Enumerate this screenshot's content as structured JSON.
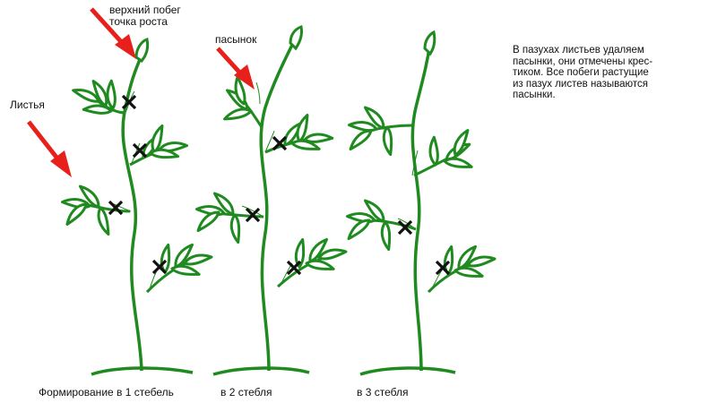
{
  "labels": {
    "top_shoot_line1": "верхний побег",
    "top_shoot_line2": "точка роста",
    "leaves": "Листья",
    "stepson": "пасынок"
  },
  "note": {
    "line1": "В пазухах листьев удаляем",
    "line2": "пасынки, они отмечены крес-",
    "line3": "тиком.  Все побеги растущие",
    "line4": " из пазух листев называются",
    "line5": "пасынки."
  },
  "captions": {
    "one_stem": "Формирование в 1 стебель",
    "two_stems": "в 2 стебля",
    "three_stems": "в 3 стебля"
  },
  "colors": {
    "plant": "#1f8a1f",
    "leaf_fill": "#ffffff",
    "arrow": "#e8201c",
    "cross": "#111111",
    "text": "#111111"
  },
  "icons": {
    "arrow": "red-arrow-icon",
    "cross": "cross-mark-icon",
    "plant": "tomato-plant-icon"
  }
}
